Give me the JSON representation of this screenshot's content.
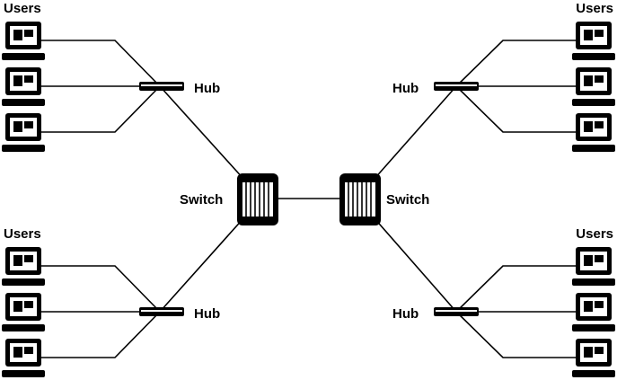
{
  "groups": [
    {
      "users_label": "Users",
      "hub_label": "Hub"
    },
    {
      "users_label": "Users",
      "hub_label": "Hub"
    },
    {
      "users_label": "Users",
      "hub_label": "Hub"
    },
    {
      "users_label": "Users",
      "hub_label": "Hub"
    }
  ],
  "switches": [
    {
      "label": "Switch"
    },
    {
      "label": "Switch"
    }
  ]
}
